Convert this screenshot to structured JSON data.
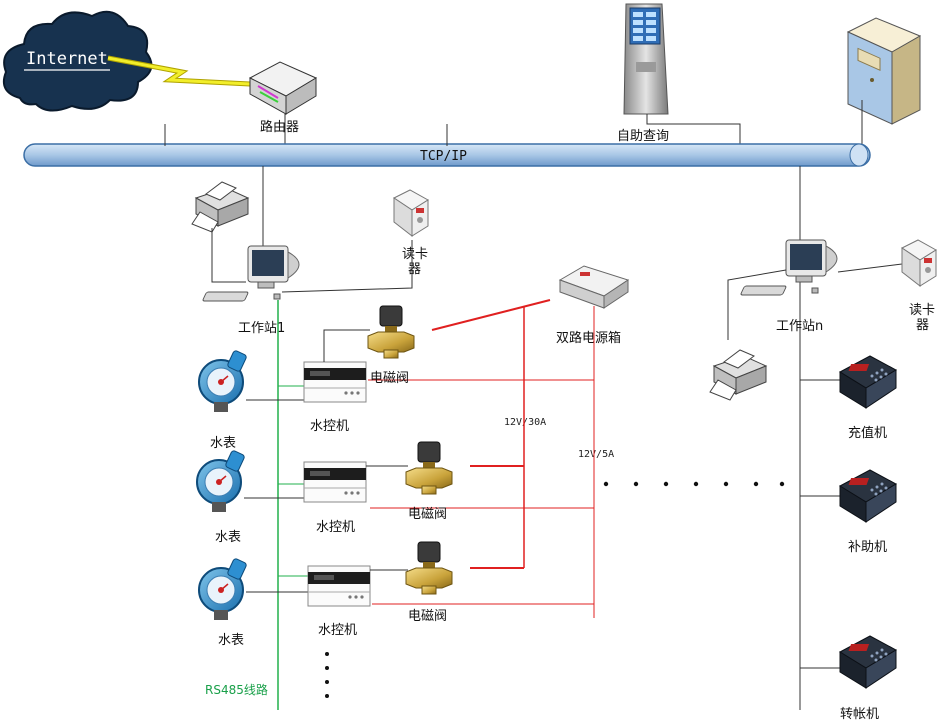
{
  "colors": {
    "bus": "#a9c7e6",
    "bus_stroke": "#3b6ea5",
    "power_line": "#e02020",
    "rs485_line": "#22b14c",
    "network_line": "#333333",
    "cloud": "#17324f",
    "lightning": "#f2ee2a"
  },
  "network": {
    "internet_label": "Internet",
    "router_label": "路由器",
    "bus_label": "TCP/IP",
    "kiosk_label": "自助查询"
  },
  "workstation1": {
    "label": "工作站1",
    "card_reader_label": "读卡\n器"
  },
  "workstation_n": {
    "label": "工作站n",
    "card_reader_label": "读卡\n器"
  },
  "power": {
    "box_label": "双路电源箱",
    "line_a_label": "12V/30A",
    "line_b_label": "12V/5A"
  },
  "meters": [
    {
      "meter_label": "水表",
      "controller_label": "水控机",
      "valve_label": "电磁阀"
    },
    {
      "meter_label": "水表",
      "controller_label": "水控机",
      "valve_label": "电磁阀"
    },
    {
      "meter_label": "水表",
      "controller_label": "水控机",
      "valve_label": "电磁阀"
    }
  ],
  "rs485_label": "RS485线路",
  "terminals": {
    "recharge_label": "充值机",
    "subsidy_label": "补助机",
    "transfer_label": "转帐机"
  }
}
